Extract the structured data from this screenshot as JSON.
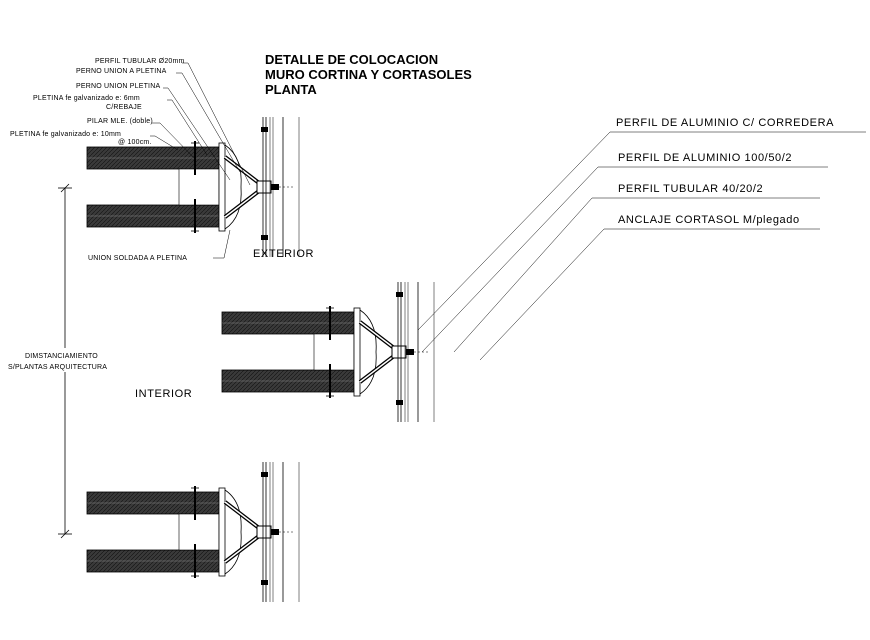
{
  "title": {
    "line1": "DETALLE DE COLOCACION",
    "line2": "MURO CORTINA Y CORTASOLES",
    "line3": "PLANTA"
  },
  "left_labels": {
    "perfil_tubular": "PERFIL TUBULAR Ø20mm",
    "perno_union_a_pletina": "PERNO UNION A PLETINA",
    "perno_union_pletina": "PERNO UNION PLETINA",
    "pletina_6mm": "PLETINA fe galvanizado e: 6mm",
    "c_rebaje": "C/REBAJE",
    "pilar": "PILAR MLE. (doble)",
    "pletina_10mm": "PLETINA fe galvanizado e: 10mm",
    "at_100cm": "@ 100cm.",
    "union_soldada": "UNION SOLDADA A PLETINA"
  },
  "right_labels": {
    "perfil_aluminio_corredera": "PERFIL  DE ALUMINIO C/ CORREDERA",
    "perfil_aluminio_100": "PERFIL DE ALUMINIO 100/50/2",
    "perfil_tubular_40": "PERFIL TUBULAR 40/20/2",
    "anclaje_cortasol": "ANCLAJE CORTASOL M/plegado"
  },
  "zones": {
    "exterior": "EXTERIOR",
    "interior": "INTERIOR"
  },
  "dimension": {
    "line1": "DIMSTANCIAMIENTO",
    "line2": "S/PLANTAS ARQUITECTURA"
  }
}
